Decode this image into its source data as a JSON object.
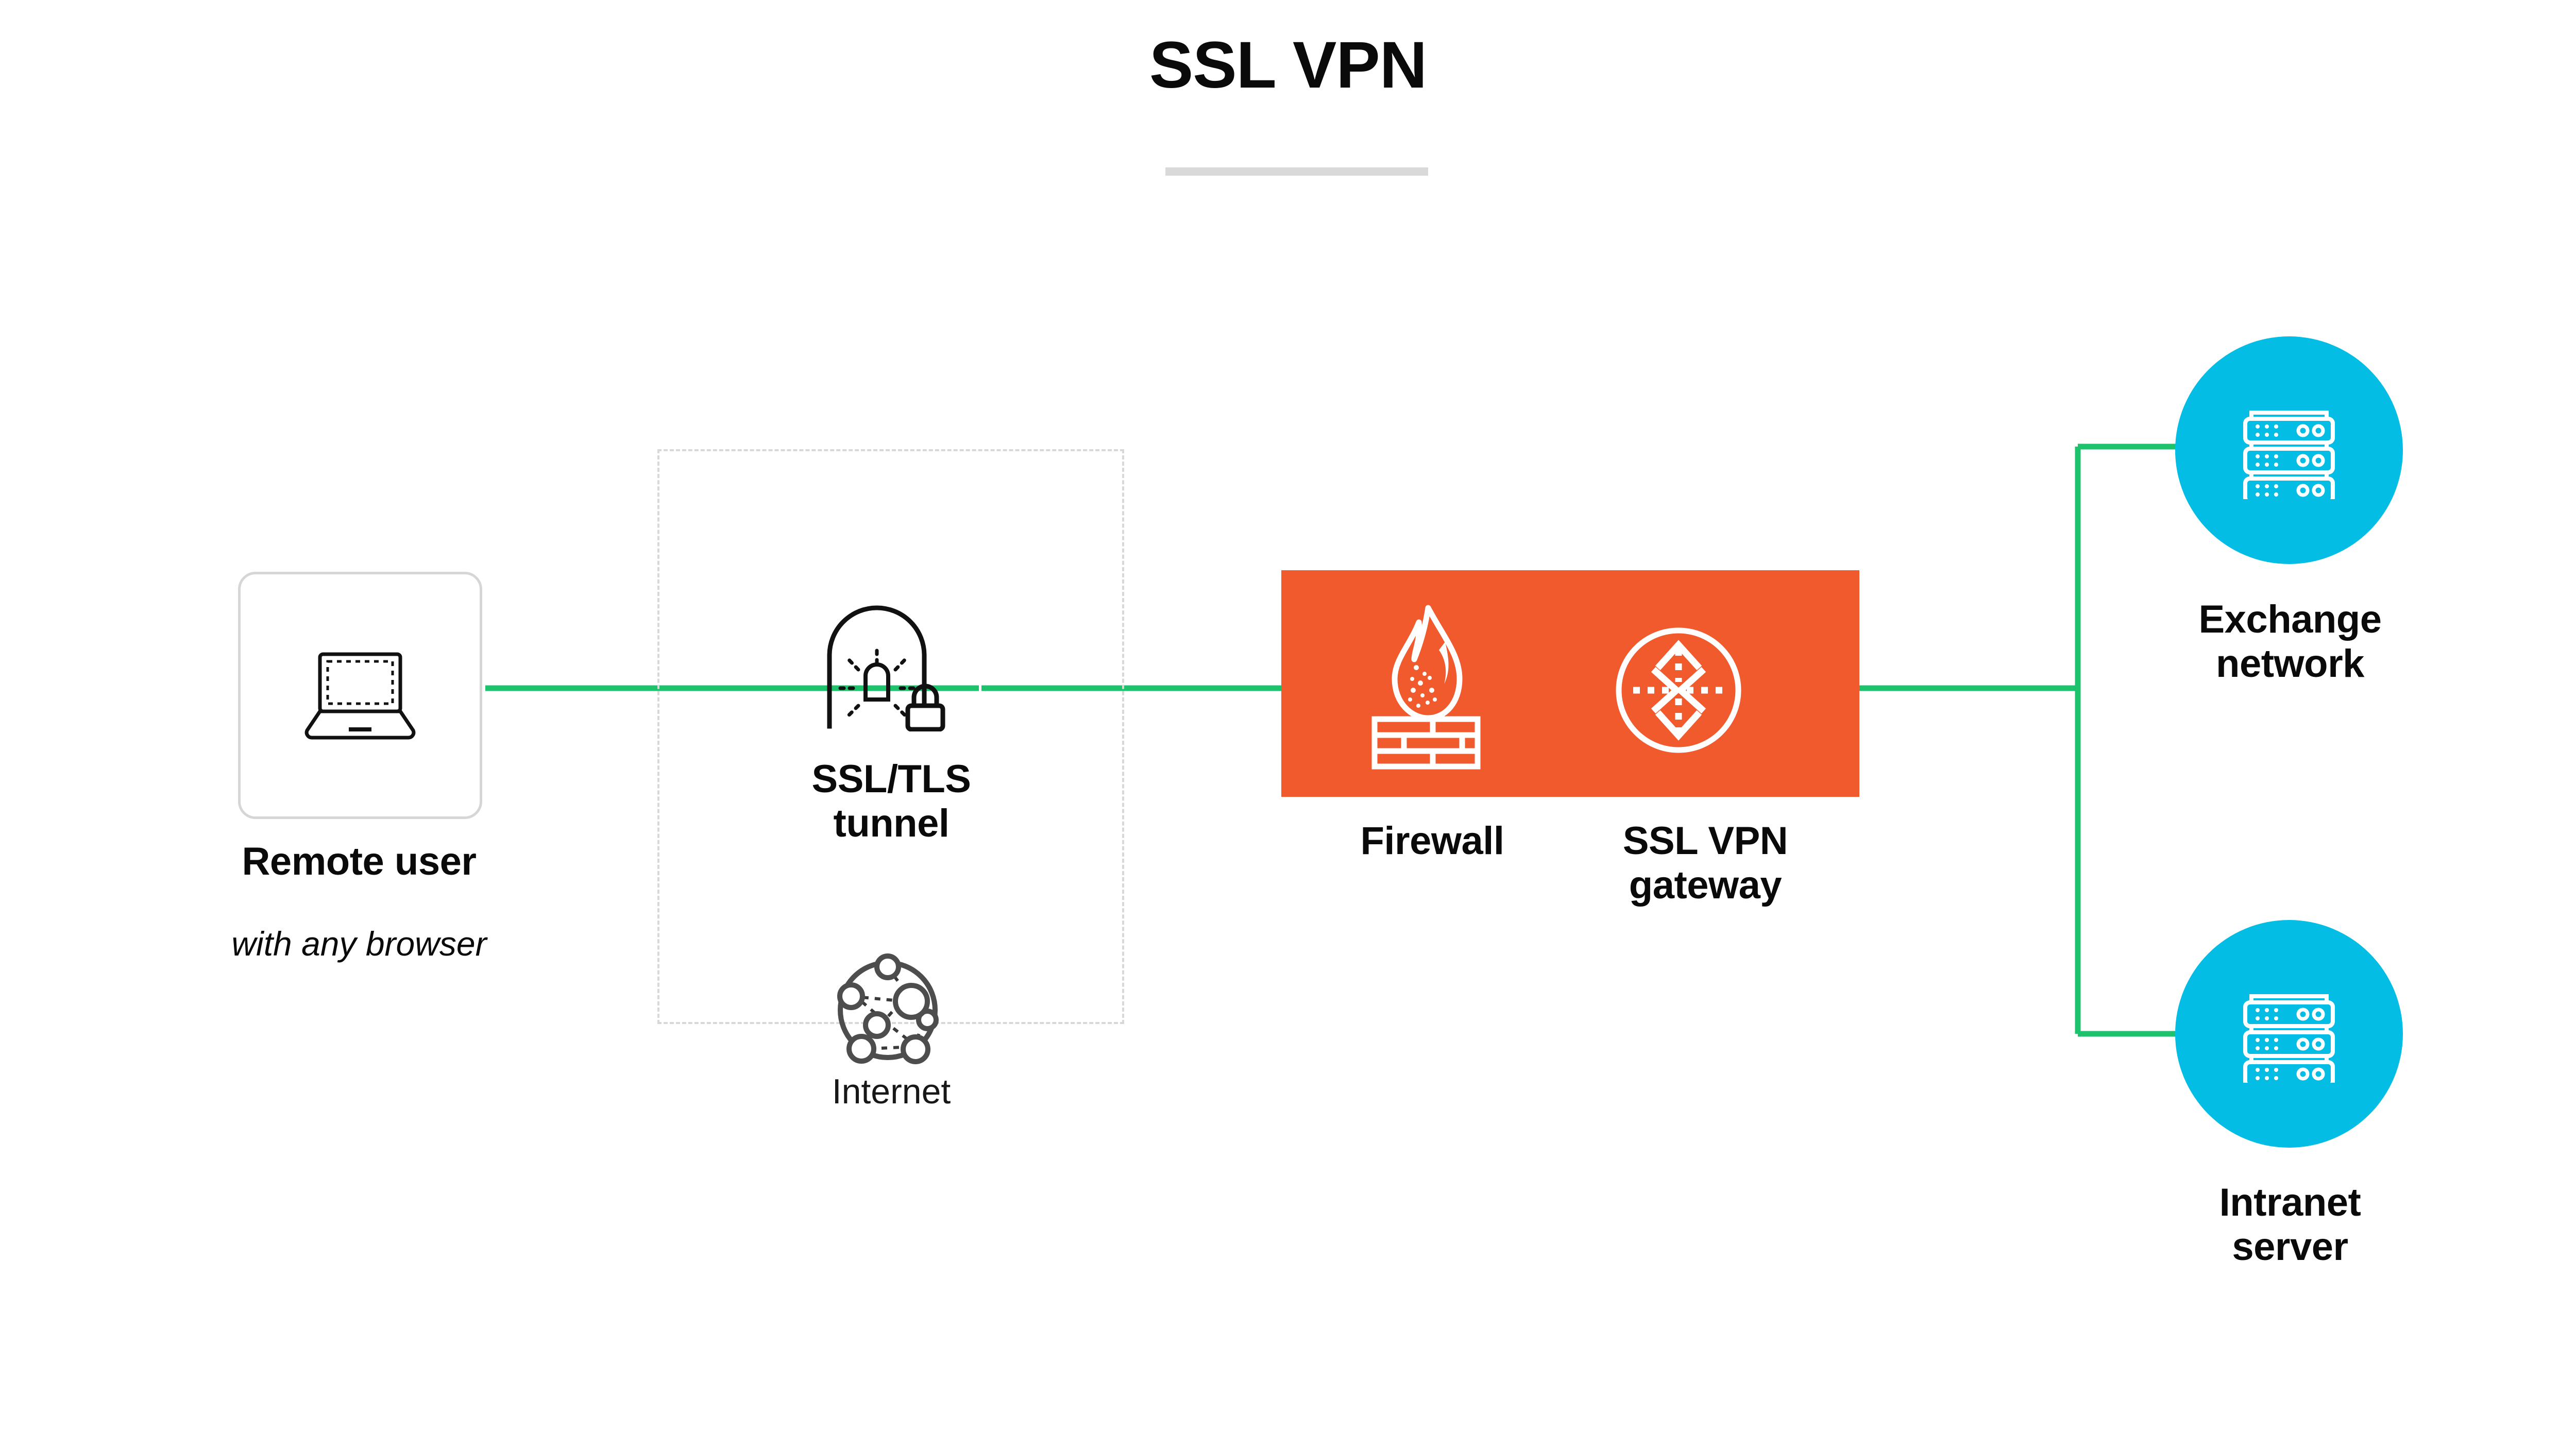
{
  "header": {
    "title": "SSL VPN",
    "rule_color": "#d9d9d9"
  },
  "palette": {
    "orange": "#F05A2C",
    "cyan": "#03BDE5",
    "green_link": "#1DC36C",
    "icon_dark": "#111111",
    "box_border": "#d6d6d6",
    "dashed_border": "#d8d8d8",
    "background": "#ffffff"
  },
  "nodes": {
    "remote_user": {
      "label": "Remote user",
      "sublabel": "with any browser",
      "icon": "laptop-icon"
    },
    "tunnel": {
      "label_line1": "SSL/TLS",
      "label_line2": "tunnel",
      "icon": "tunnel-lock-icon"
    },
    "internet": {
      "label": "Internet",
      "icon": "network-globe-icon"
    },
    "firewall": {
      "label": "Firewall",
      "icon": "firewall-flame-brick-icon"
    },
    "gateway": {
      "label_line1": "SSL VPN",
      "label_line2": "gateway",
      "icon": "vpn-gateway-arrows-icon"
    },
    "exchange_network": {
      "label_line1": "Exchange",
      "label_line2": "network",
      "icon": "server-rack-icon"
    },
    "intranet_server": {
      "label_line1": "Intranet",
      "label_line2": "server",
      "icon": "server-rack-icon"
    }
  },
  "connections": [
    {
      "name": "user-to-tunnel",
      "from": "remote_user",
      "to": "tunnel"
    },
    {
      "name": "tunnel-to-firewall",
      "from": "tunnel",
      "to": "firewall"
    },
    {
      "name": "gateway-to-branch",
      "from": "gateway",
      "to": "branch"
    },
    {
      "name": "branch-to-exchange",
      "from": "branch",
      "to": "exchange_network"
    },
    {
      "name": "branch-to-intranet",
      "from": "branch",
      "to": "intranet_server"
    }
  ]
}
